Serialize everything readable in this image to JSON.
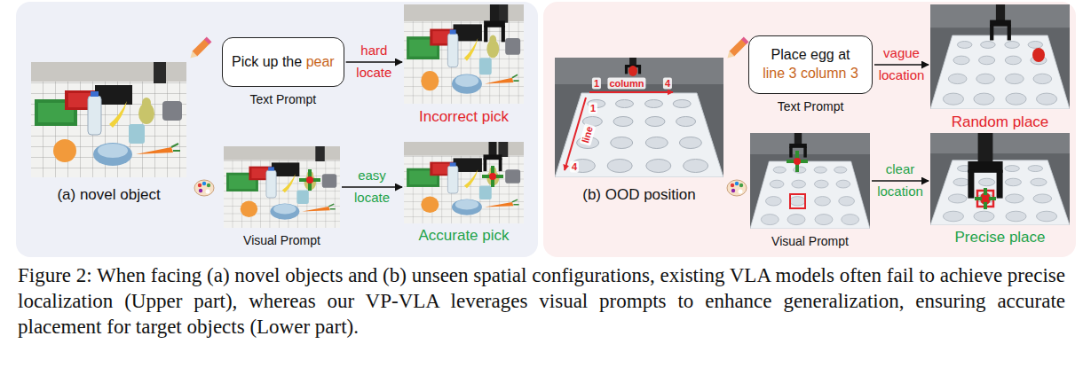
{
  "diagram": {
    "caption": "Figure 2: When facing (a) novel objects and (b) unseen spatial configurations, existing VLA models often fail to achieve precise localization (Upper part), whereas our VP-VLA leverages visual prompts to enhance generalization, ensuring accurate placement for target objects (Lower part).",
    "nodes": [
      {
        "text": [
          "(a) novel object"
        ]
      },
      {
        "text": [
          "Pick up the",
          "pear",
          "Text Prompt"
        ]
      },
      {
        "text": [
          "Incorrect pick"
        ]
      },
      {
        "text": [
          "Visual Prompt"
        ]
      },
      {
        "text": [
          "Accurate pick"
        ]
      },
      {
        "text": [
          "(b) OOD position"
        ]
      },
      {
        "text": [
          "Place egg at",
          "line 3 column 3",
          "Text Prompt"
        ]
      },
      {
        "text": [
          "Random place"
        ]
      },
      {
        "text": [
          "Visual Prompt"
        ]
      },
      {
        "text": [
          "Precise place"
        ]
      }
    ],
    "edges": [
      {
        "from": 1,
        "to": 2,
        "label": "hard locate",
        "arrow": "to"
      },
      {
        "from": 3,
        "to": 4,
        "label": "easy locate",
        "arrow": "to"
      },
      {
        "from": 6,
        "to": 7,
        "label": "vague location",
        "arrow": "to"
      },
      {
        "from": 8,
        "to": 9,
        "label": "clear location",
        "arrow": "to"
      }
    ],
    "labels": [
      "1",
      "column",
      "4",
      "1",
      "line",
      "4"
    ]
  }
}
